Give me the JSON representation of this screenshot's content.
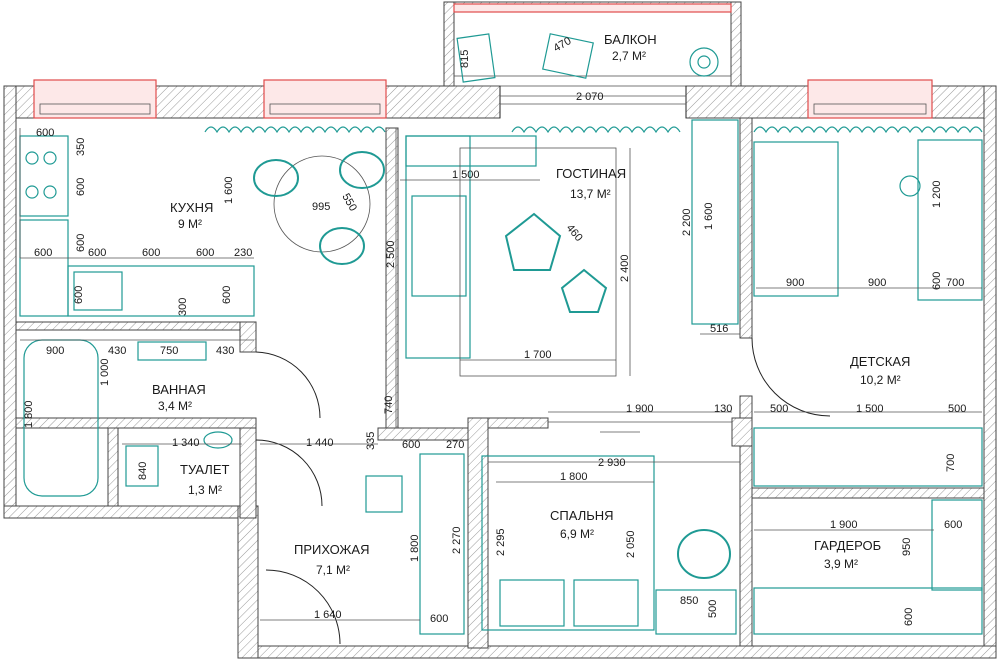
{
  "rooms": {
    "balcony": {
      "name": "БАЛКОН",
      "area": "2,7 М²"
    },
    "kitchen": {
      "name": "КУХНЯ",
      "area": "9 М²"
    },
    "living": {
      "name": "ГОСТИНАЯ",
      "area": "13,7 М²"
    },
    "kids": {
      "name": "ДЕТСКАЯ",
      "area": "10,2 М²"
    },
    "bath": {
      "name": "ВАННАЯ",
      "area": "3,4 М²"
    },
    "toilet": {
      "name": "ТУАЛЕТ",
      "area": "1,3 М²"
    },
    "hall": {
      "name": "ПРИХОЖАЯ",
      "area": "7,1 М²"
    },
    "bedroom": {
      "name": "СПАЛЬНЯ",
      "area": "6,9 М²"
    },
    "wardrobe": {
      "name": "ГАРДЕРОБ",
      "area": "3,9 М²"
    }
  },
  "dims": {
    "d815": "815",
    "d470": "470",
    "d2070": "2 070",
    "d600_k": "600",
    "d350": "350",
    "d600_kv": "600",
    "d600_kv2": "600",
    "d1600_k": "1 600",
    "d550": "550",
    "d995": "995",
    "d600_a": "600",
    "d600_b": "600",
    "d600_c": "600",
    "d600_d": "600",
    "d230": "230",
    "d600_e": "600",
    "d300": "300",
    "d600_f": "600",
    "d2500": "2 500",
    "d1500_l": "1 500",
    "d460": "460",
    "d2400": "2 400",
    "d1700": "1 700",
    "d2200": "2 200",
    "d1600_c": "1 600",
    "d516": "516",
    "d1200": "1 200",
    "d900_a": "900",
    "d900_b": "900",
    "d600_g": "600",
    "d700_a": "700",
    "d900_bath": "900",
    "d430_a": "430",
    "d750": "750",
    "d430_b": "430",
    "d1000": "1 000",
    "d1800_bath": "1 800",
    "d740": "740",
    "d1900_a": "1 900",
    "d130": "130",
    "d500_a": "500",
    "d1500_k": "1 500",
    "d500_b": "500",
    "d1340": "1 340",
    "d1440": "1 440",
    "d335": "335",
    "d600_h": "600",
    "d270": "270",
    "d840": "840",
    "d2930": "2 930",
    "d1800_b": "1 800",
    "d700_b": "700",
    "d1800_h": "1 800",
    "d2270": "2 270",
    "d2295": "2 295",
    "d2050": "2 050",
    "d1900_w": "1 900",
    "d600_w": "600",
    "d950": "950",
    "d850": "850",
    "d500_c": "500",
    "d600_w2": "600",
    "d1640": "1 640",
    "d600_i": "600"
  },
  "colors": {
    "furniture": "#1f9a94",
    "window": "#e04b4b",
    "wall": "#444444"
  }
}
